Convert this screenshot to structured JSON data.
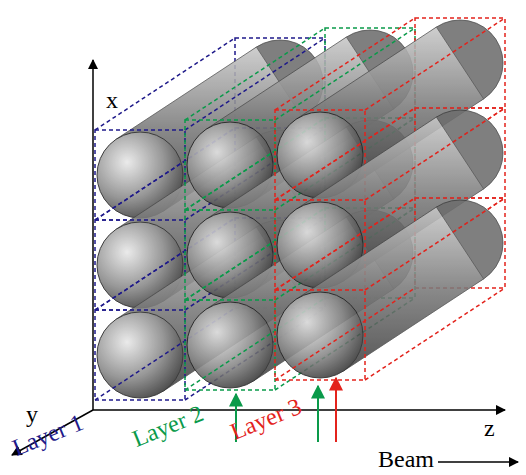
{
  "diagram": {
    "labels": [
      "x",
      "y",
      "z",
      "Layer 1",
      "Layer 2",
      "Layer 3",
      "Beam"
    ]
  }
}
